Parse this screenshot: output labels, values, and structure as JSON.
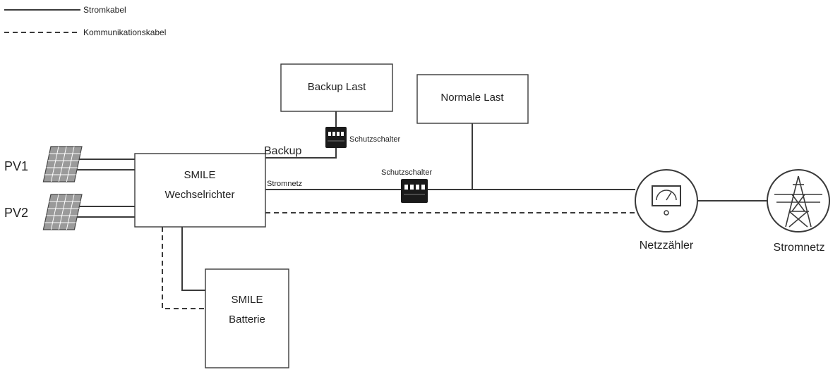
{
  "legend": {
    "power_cable": "Stromkabel",
    "communication_cable": "Kommunikationskabel"
  },
  "nodes": {
    "pv1": "PV1",
    "pv2": "PV2",
    "inverter_line1": "SMILE",
    "inverter_line2": "Wechselrichter",
    "backup_load": "Backup Last",
    "normal_load": "Normale Last",
    "battery_line1": "SMILE",
    "battery_line2": "Batterie",
    "grid_meter": "Netzzähler",
    "grid": "Stromnetz"
  },
  "labels": {
    "backup_port": "Backup",
    "grid_port": "Stromnetz",
    "breaker_backup": "Schutzschalter",
    "breaker_grid": "Schutzschalter"
  },
  "colors": {
    "line": "#3a3a3a",
    "breaker_fill": "#1a1a1a",
    "panel_fill": "#8a8a8a"
  },
  "icons": {
    "pv_panel": "solar-panel-icon",
    "breaker": "circuit-breaker-icon",
    "meter": "meter-gauge-icon",
    "tower": "transmission-tower-icon"
  }
}
